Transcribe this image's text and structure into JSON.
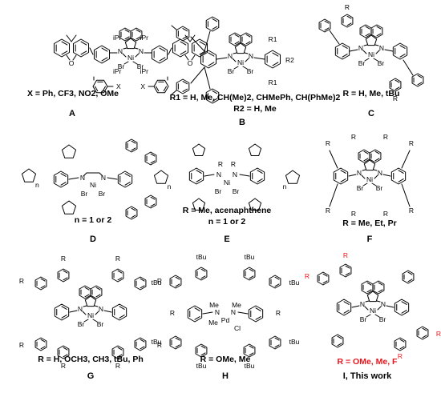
{
  "panels": [
    {
      "id": "A",
      "letter": "A",
      "caption_lines": [
        "X = Ph, CF3, NO2,  OMe"
      ],
      "atoms": {
        "N1": "N",
        "N2": "N",
        "M": "Ni",
        "Br1": "Br",
        "Br2": "Br",
        "O1": "O",
        "O2": "O",
        "X1": "X",
        "X2": "X",
        "iPr1": "iPr",
        "iPr2": "iPr",
        "iPr3": "iPr",
        "iPr4": "iPr"
      }
    },
    {
      "id": "B",
      "letter": "B",
      "caption_lines": [
        "R1 = H, Me, CH(Me)2, CHMePh, CH(PhMe)2",
        "R2 = H, Me"
      ],
      "atoms": {
        "N1": "N",
        "N2": "N",
        "M": "Ni",
        "Br1": "Br",
        "Br2": "Br",
        "R1a": "R1",
        "R1b": "R1",
        "R2": "R2"
      }
    },
    {
      "id": "C",
      "letter": "C",
      "caption_lines": [
        "R = H, Me, tBu"
      ],
      "atoms": {
        "N1": "N",
        "N2": "N",
        "M": "Ni",
        "Br1": "Br",
        "Br2": "Br",
        "Ra": "R",
        "Rb": "R"
      }
    },
    {
      "id": "D",
      "letter": "D",
      "caption_lines": [
        "n = 1 or 2"
      ],
      "atoms": {
        "N1": "N",
        "N2": "N",
        "M": "Ni",
        "Br1": "Br",
        "Br2": "Br",
        "n": "n"
      }
    },
    {
      "id": "E",
      "letter": "E",
      "caption_lines": [
        "R = Me, acenaphthene",
        "n = 1 or 2"
      ],
      "atoms": {
        "N1": "N",
        "N2": "N",
        "M": "Ni",
        "Br1": "Br",
        "Br2": "Br",
        "Ra": "R",
        "Rb": "R",
        "n1": "n",
        "n2": "n"
      }
    },
    {
      "id": "F",
      "letter": "F",
      "caption_lines": [
        "R = Me, Et, Pr"
      ],
      "atoms": {
        "N1": "N",
        "N2": "N",
        "M": "Ni",
        "Br1": "Br",
        "Br2": "Br",
        "R": "R"
      }
    },
    {
      "id": "G",
      "letter": "G",
      "caption_lines": [
        "R = H, OCH3, CH3, tBu, Ph"
      ],
      "atoms": {
        "N1": "N",
        "N2": "N",
        "M": "Ni",
        "Br1": "Br",
        "Br2": "Br",
        "R": "R"
      }
    },
    {
      "id": "H",
      "letter": "H",
      "caption_lines": [
        "R = OMe, Me"
      ],
      "atoms": {
        "N1": "N",
        "N2": "N",
        "M": "Pd",
        "Me1": "Me",
        "Me2": "Me",
        "Me3": "Me",
        "Cl": "Cl",
        "R": "R",
        "tBu": "tBu"
      }
    },
    {
      "id": "I",
      "letter": "I, This work",
      "caption_lines": [
        "R = OMe, Me, F"
      ],
      "atoms": {
        "N1": "N",
        "N2": "N",
        "M": "Ni",
        "Br1": "Br",
        "Br2": "Br",
        "R": "R"
      }
    }
  ],
  "colors": {
    "ink": "#000000",
    "highlight": "#e8141b",
    "background": "#ffffff"
  }
}
